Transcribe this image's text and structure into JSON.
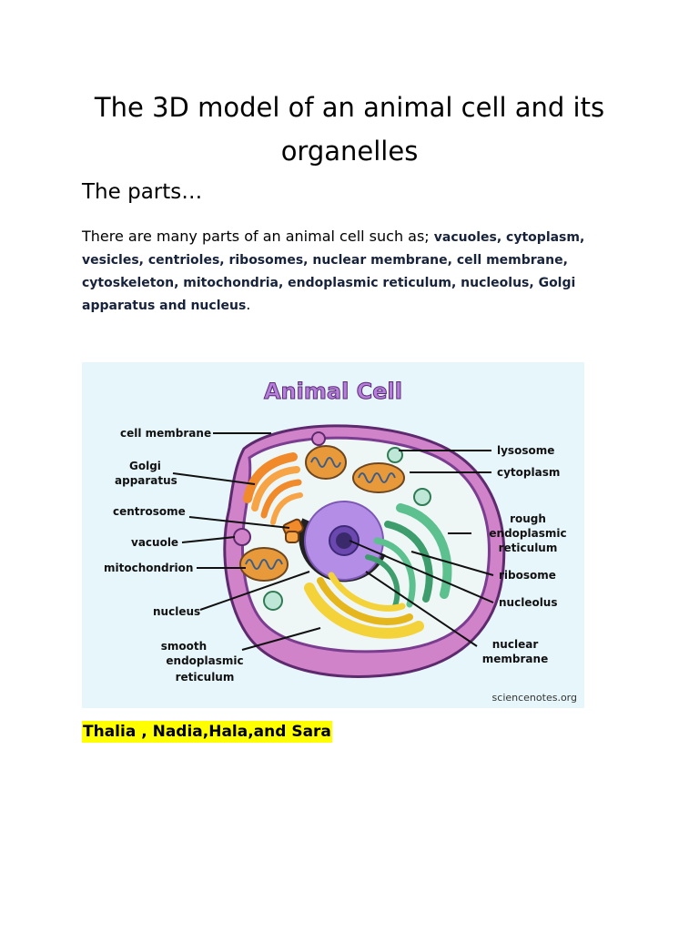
{
  "document": {
    "title": "The 3D model of an animal cell and its organelles",
    "subheading": "The parts…",
    "intro_text": "There are many parts of an animal cell such as; ",
    "parts_list": "vacuoles, cytoplasm, vesicles, centrioles, ribosomes, nuclear membrane, cell membrane, cytoskeleton, mitochondria, endoplasmic reticulum, nucleolus, Golgi apparatus and nucleus",
    "period": ".",
    "authors": "Thalia , Nadia,Hala,and Sara"
  },
  "figure": {
    "title": "Animal Cell",
    "credit": "sciencenotes.org",
    "labels": {
      "cell_membrane": "cell membrane",
      "golgi_1": "Golgi",
      "golgi_2": "apparatus",
      "centrosome": "centrosome",
      "vacuole": "vacuole",
      "mitochondrion": "mitochondrion",
      "nucleus": "nucleus",
      "smooth_1": "smooth",
      "smooth_2": "endoplasmic",
      "smooth_3": "reticulum",
      "lysosome": "lysosome",
      "cytoplasm": "cytoplasm",
      "rough_1": "rough",
      "rough_2": "endoplasmic",
      "rough_3": "reticulum",
      "ribosome": "ribosome",
      "nucleolus": "nucleolus",
      "nuclear_1": "nuclear",
      "nuclear_2": "membrane"
    },
    "colors": {
      "background": "#e7f6fb",
      "title": "#b57fd9",
      "membrane": "#7a3d8f",
      "cytoplasm": "#eef7f6",
      "nucleus": "#b48ee6",
      "golgi": "#f08a2a",
      "rough_er": "#5cc08f",
      "smooth_er": "#f4d23a",
      "mitochondria": "#e89a3a"
    }
  }
}
